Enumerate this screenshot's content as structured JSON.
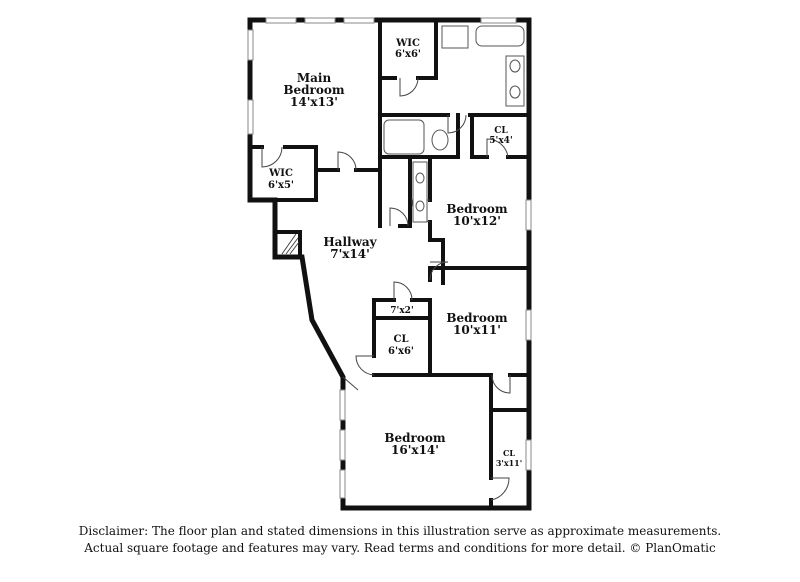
{
  "rooms": {
    "main_bedroom": {
      "name1": "Main",
      "name2": "Bedroom",
      "dims": "14'x13'"
    },
    "wic_top": {
      "name": "WIC",
      "dims": "6'x6'"
    },
    "wic_left": {
      "name": "WIC",
      "dims": "6'x5'"
    },
    "cl_small": {
      "name": "CL",
      "dims": "5'x4'"
    },
    "bedroom_a": {
      "name": "Bedroom",
      "dims": "10'x12'"
    },
    "hallway": {
      "name": "Hallway",
      "dims": "7'x14'"
    },
    "nook": {
      "dims": "7'x2'"
    },
    "bedroom_b": {
      "name": "Bedroom",
      "dims": "10'x11'"
    },
    "cl_mid": {
      "name": "CL",
      "dims": "6'x6'"
    },
    "bedroom_c": {
      "name": "Bedroom",
      "dims": "16'x14'"
    },
    "cl_narrow": {
      "name": "CL",
      "dims": "3'x11'"
    }
  },
  "disclaimer": {
    "line1": "Disclaimer: The floor plan and stated dimensions in this illustration serve as approximate measurements.",
    "line2": "Actual square footage and features may vary. Read terms and conditions for more detail. © PlanOmatic"
  }
}
